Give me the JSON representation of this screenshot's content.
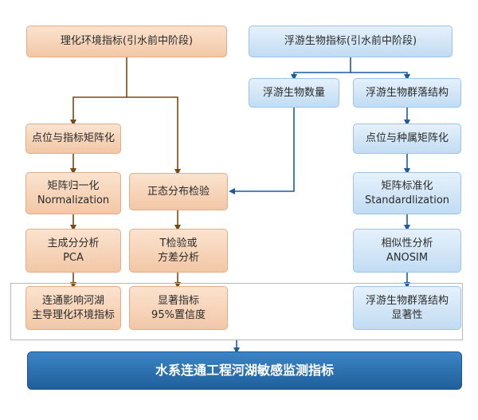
{
  "boxes": {
    "physchem_indicators": "理化环境指标(引水前中阶段)",
    "plankton_indicators": "浮游生物指标(引水前中阶段)",
    "plankton_quantity": "浮游生物数量",
    "plankton_community": "浮游生物群落结构",
    "site_indicator_matrix": "点位与指标矩阵化",
    "site_genus_matrix": "点位与种属矩阵化",
    "normalization": [
      "矩阵归一化",
      "Normalization"
    ],
    "normality_test": "正态分布检验",
    "standardization": [
      "矩阵标准化",
      "Standardlization"
    ],
    "pca": [
      "主成分分析",
      "PCA"
    ],
    "ttest_anova": [
      "T检验或",
      "方差分析"
    ],
    "anosim": [
      "相似性分析",
      "ANOSIM"
    ],
    "dominant_env": [
      "连通影响河湖",
      "主导理化环境指标"
    ],
    "significance": [
      "显著指标",
      "95%置信度"
    ],
    "community_significance": [
      "浮游生物群落结构",
      "显著性"
    ],
    "final_indicator": "水系连通工程河湖敏感监测指标"
  },
  "colors": {
    "orange_arrow": "#7a4a12",
    "blue_arrow": "#1d5c9c"
  }
}
